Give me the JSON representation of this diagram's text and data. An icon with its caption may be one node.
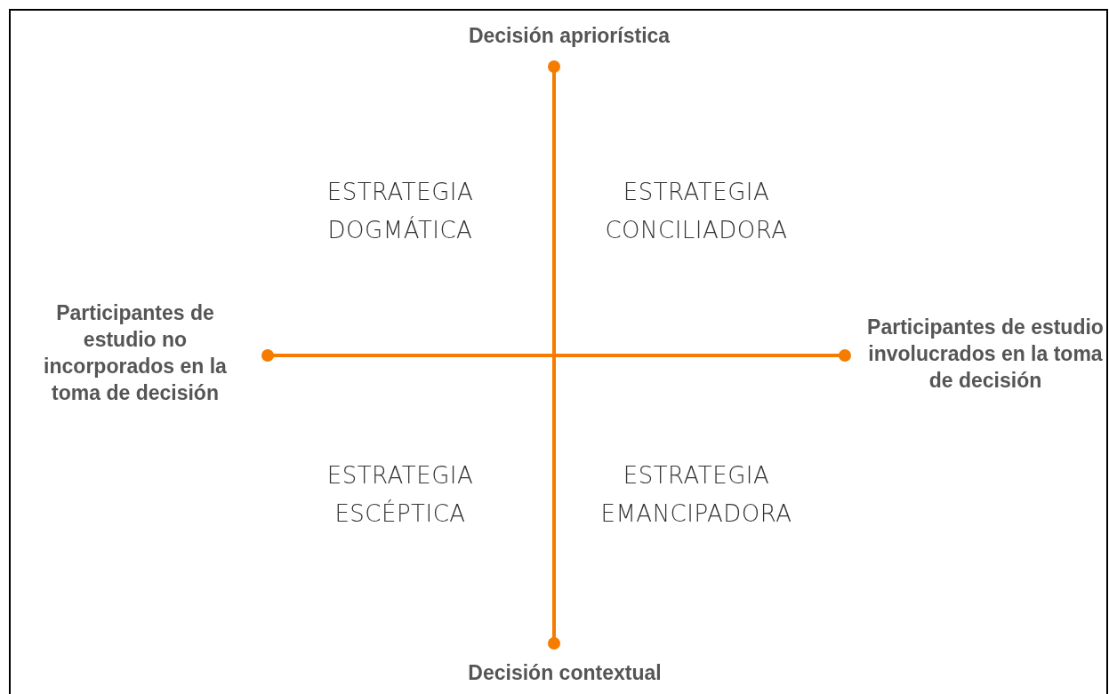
{
  "diagram": {
    "labels": [
      "Decisión apriorística",
      "ESTRATEGIA DOGMÁTICA",
      "ESTRATEGIA CONCILIADORA",
      "Participantes de estudio no incorporados en la toma de decisión",
      "Participantes de estudio involucrados en la toma de decisión",
      "ESTRATEGIA ESCÉPTICA",
      "ESTRATEGIA EMANCIPADORA",
      "Decisión contextual"
    ]
  }
}
